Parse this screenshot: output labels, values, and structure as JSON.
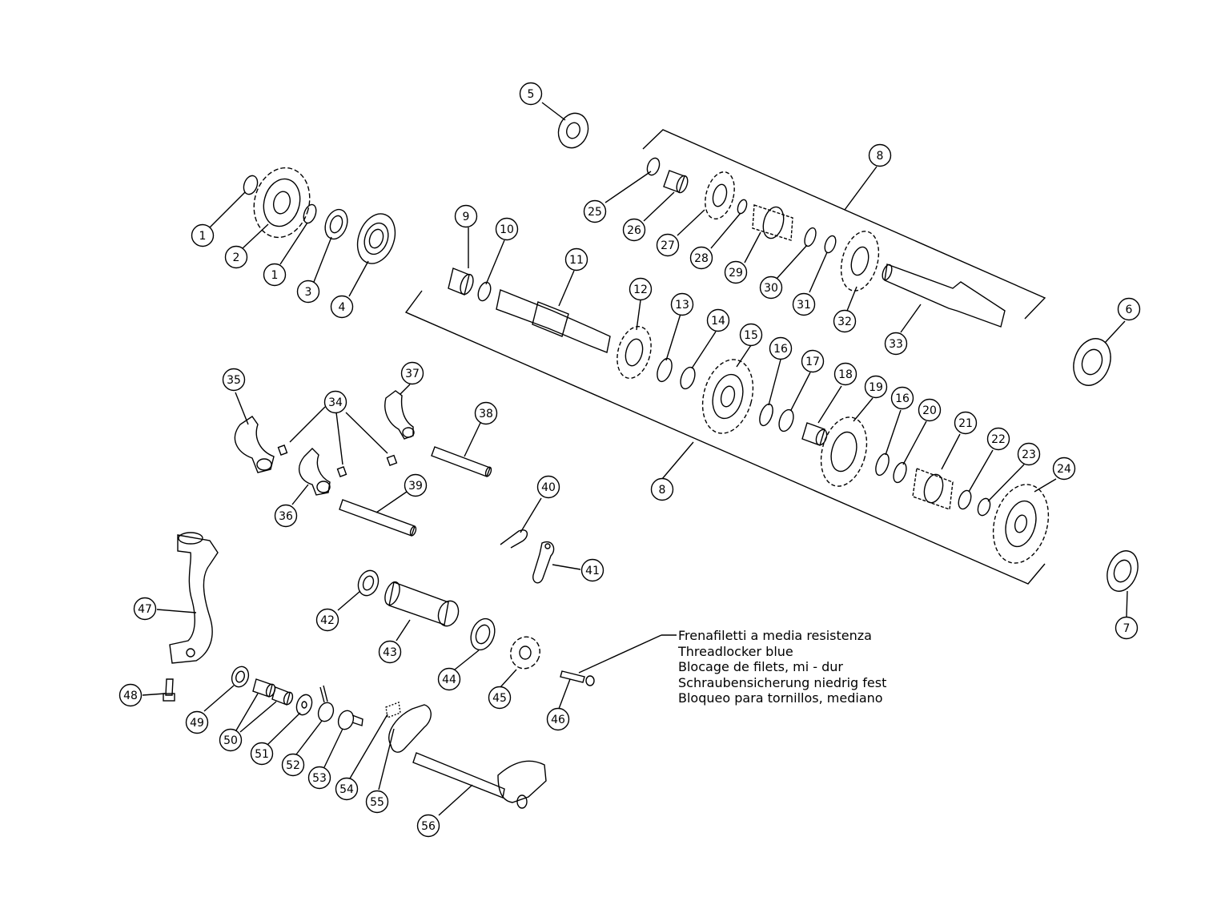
{
  "callouts": [
    {
      "id": "c1a",
      "label": "1"
    },
    {
      "id": "c2",
      "label": "2"
    },
    {
      "id": "c1b",
      "label": "1"
    },
    {
      "id": "c3",
      "label": "3"
    },
    {
      "id": "c4",
      "label": "4"
    },
    {
      "id": "c5",
      "label": "5"
    },
    {
      "id": "c6",
      "label": "6"
    },
    {
      "id": "c7",
      "label": "7"
    },
    {
      "id": "c8a",
      "label": "8"
    },
    {
      "id": "c8b",
      "label": "8"
    },
    {
      "id": "c9",
      "label": "9"
    },
    {
      "id": "c10",
      "label": "10"
    },
    {
      "id": "c11",
      "label": "11"
    },
    {
      "id": "c12",
      "label": "12"
    },
    {
      "id": "c13",
      "label": "13"
    },
    {
      "id": "c14",
      "label": "14"
    },
    {
      "id": "c15",
      "label": "15"
    },
    {
      "id": "c16a",
      "label": "16"
    },
    {
      "id": "c17",
      "label": "17"
    },
    {
      "id": "c18",
      "label": "18"
    },
    {
      "id": "c19",
      "label": "19"
    },
    {
      "id": "c16b",
      "label": "16"
    },
    {
      "id": "c20",
      "label": "20"
    },
    {
      "id": "c21",
      "label": "21"
    },
    {
      "id": "c22",
      "label": "22"
    },
    {
      "id": "c23",
      "label": "23"
    },
    {
      "id": "c24",
      "label": "24"
    },
    {
      "id": "c25",
      "label": "25"
    },
    {
      "id": "c26",
      "label": "26"
    },
    {
      "id": "c27",
      "label": "27"
    },
    {
      "id": "c28",
      "label": "28"
    },
    {
      "id": "c29",
      "label": "29"
    },
    {
      "id": "c30",
      "label": "30"
    },
    {
      "id": "c31",
      "label": "31"
    },
    {
      "id": "c32",
      "label": "32"
    },
    {
      "id": "c33",
      "label": "33"
    },
    {
      "id": "c34",
      "label": "34"
    },
    {
      "id": "c35",
      "label": "35"
    },
    {
      "id": "c36",
      "label": "36"
    },
    {
      "id": "c37",
      "label": "37"
    },
    {
      "id": "c38",
      "label": "38"
    },
    {
      "id": "c39",
      "label": "39"
    },
    {
      "id": "c40",
      "label": "40"
    },
    {
      "id": "c41",
      "label": "41"
    },
    {
      "id": "c42",
      "label": "42"
    },
    {
      "id": "c43",
      "label": "43"
    },
    {
      "id": "c44",
      "label": "44"
    },
    {
      "id": "c45",
      "label": "45"
    },
    {
      "id": "c46",
      "label": "46"
    },
    {
      "id": "c47",
      "label": "47"
    },
    {
      "id": "c48",
      "label": "48"
    },
    {
      "id": "c49",
      "label": "49"
    },
    {
      "id": "c50",
      "label": "50"
    },
    {
      "id": "c51",
      "label": "51"
    },
    {
      "id": "c52",
      "label": "52"
    },
    {
      "id": "c53",
      "label": "53"
    },
    {
      "id": "c54",
      "label": "54"
    },
    {
      "id": "c55",
      "label": "55"
    },
    {
      "id": "c56",
      "label": "56"
    }
  ],
  "note": {
    "line1": "Frenafiletti a media resistenza",
    "line2": "Threadlocker blue",
    "line3": "Blocage de filets, mi - dur",
    "line4": "Schraubensicherung niedrig fest",
    "line5": "Bloqueo para tornillos, mediano"
  },
  "colors": {
    "line": "#000000",
    "background": "#ffffff",
    "fill": "#ffffff"
  }
}
